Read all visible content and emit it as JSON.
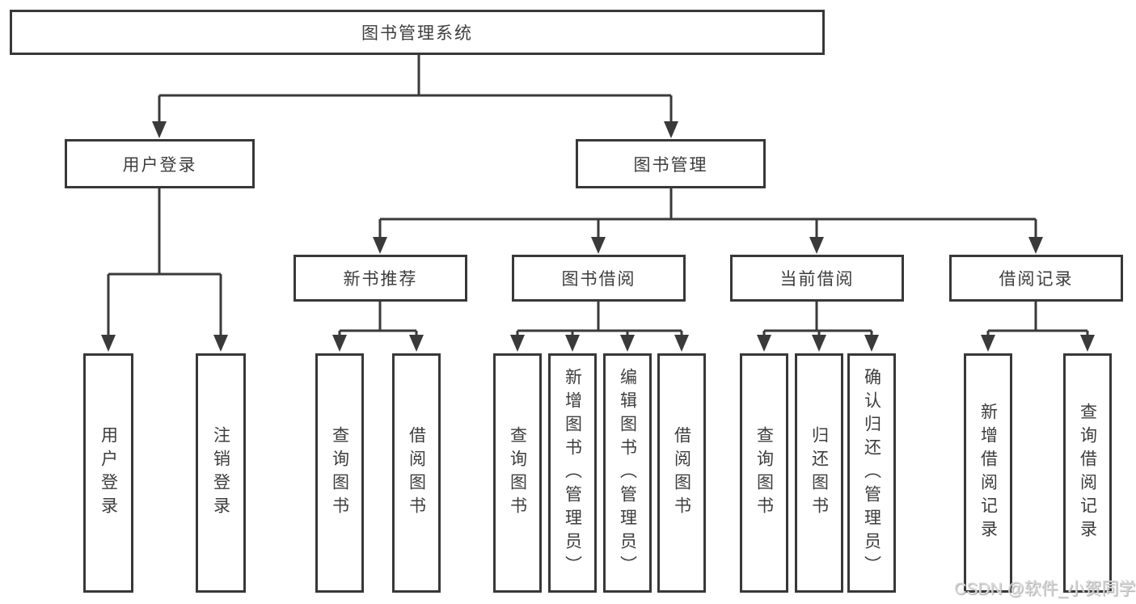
{
  "diagram": {
    "root": {
      "label": "图书管理系统"
    },
    "branches": [
      {
        "label": "用户登录",
        "children": [
          {
            "label": "用户登录"
          },
          {
            "label": "注销登录"
          }
        ]
      },
      {
        "label": "图书管理",
        "groups": [
          {
            "label": "新书推荐",
            "children": [
              {
                "label": "查询图书"
              },
              {
                "label": "借阅图书"
              }
            ]
          },
          {
            "label": "图书借阅",
            "children": [
              {
                "label": "查询图书"
              },
              {
                "label": "新增图书（管理员）"
              },
              {
                "label": "编辑图书（管理员）"
              },
              {
                "label": "借阅图书"
              }
            ]
          },
          {
            "label": "当前借阅",
            "children": [
              {
                "label": "查询图书"
              },
              {
                "label": "归还图书"
              },
              {
                "label": "确认归还（管理员）"
              }
            ]
          },
          {
            "label": "借阅记录",
            "children": [
              {
                "label": "新增借阅记录"
              },
              {
                "label": "查询借阅记录"
              }
            ]
          }
        ]
      }
    ]
  },
  "watermark": {
    "text": "CSDN @软件_小贺同学"
  },
  "colors": {
    "line": "#3a3a3a",
    "border": "#383838",
    "text": "#3d3d3d",
    "background": "#ffffff",
    "watermark": "#d9d9d9"
  }
}
